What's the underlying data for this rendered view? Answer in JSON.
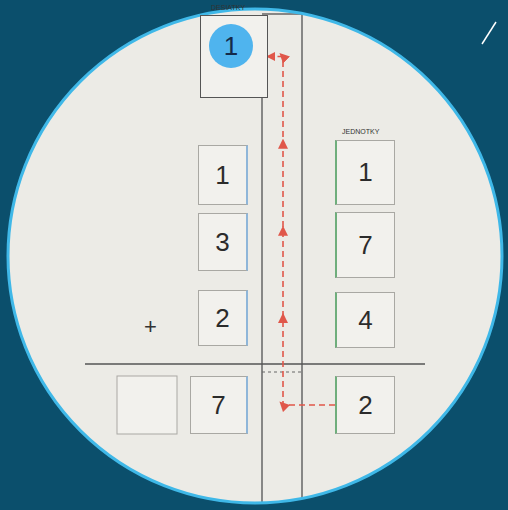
{
  "diagram": {
    "nodes": [
      {
        "text": [
          "1"
        ]
      },
      {
        "text": [
          "1"
        ]
      },
      {
        "text": [
          "1"
        ]
      },
      {
        "text": [
          "3"
        ]
      },
      {
        "text": [
          "7"
        ]
      },
      {
        "text": [
          "2"
        ]
      },
      {
        "text": [
          "4"
        ]
      },
      {
        "text": [
          "7"
        ]
      },
      {
        "text": [
          "2"
        ]
      }
    ],
    "edges": [
      {
        "from": 8,
        "to": 0,
        "arrow": "to"
      }
    ],
    "labels": [
      "DESIATKY",
      "JEDNOTKY",
      "+"
    ]
  }
}
